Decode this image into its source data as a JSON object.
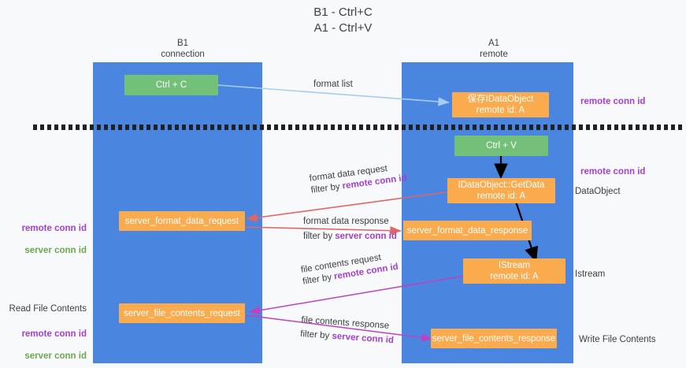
{
  "title": "B1 - Ctrl+C\nA1 - Ctrl+V",
  "columns": [
    {
      "name": "b1",
      "label": "B1\nconnection"
    },
    {
      "name": "a1",
      "label": "A1\nremote"
    }
  ],
  "nodes": {
    "ctrl_c": "Ctrl + C",
    "ctrl_v": "Ctrl + V",
    "save_idataobject": "保存IDataObject\nremote id: A",
    "idataobject_getdata": "IDataObject::GetData\nremote id: A",
    "server_format_data_request": "server_format_data_request",
    "server_format_data_response": "server_format_data_response",
    "istream": "IStream\nremote id: A",
    "server_file_contents_request": "server_file_contents_request",
    "server_file_contents_response": "server_file_contents_response"
  },
  "edges": {
    "format_list": {
      "l1": "format list",
      "l2": ""
    },
    "format_data_request": {
      "l1": "format data request",
      "l2_pre": "filter by ",
      "l2_kw": "remote conn id"
    },
    "format_data_response": {
      "l1": "format data response",
      "l2_pre": "filter by ",
      "l2_kw": "server conn id"
    },
    "file_contents_request": {
      "l1": "file contents request",
      "l2_pre": "filter by ",
      "l2_kw": "remote conn id"
    },
    "file_contents_response": {
      "l1": "file contents response",
      "l2_pre": "filter by ",
      "l2_kw": "server conn id"
    }
  },
  "side_labels": {
    "right_remote_conn_id_top": "remote conn id",
    "right_remote_conn_id_mid": "remote conn id",
    "right_dataobject": "DataObject",
    "right_istream": "Istream",
    "right_write_file_contents": "Write File Contents",
    "left_read_file_contents": "Read File Contents",
    "left_remote_conn_id": "remote conn id",
    "left_server_conn_id": "server conn id",
    "left2_remote_conn_id": "remote conn id",
    "left2_server_conn_id": "server conn id"
  },
  "colors": {
    "lane": "#4a86e0",
    "orange": "#f9ab4e",
    "green": "#73c078",
    "purple": "#a23fd0",
    "green_text": "#6aa84f",
    "arrow_blue": "#a7cdf0",
    "arrow_red": "#e06666",
    "arrow_magenta": "#c040c0",
    "arrow_black": "#000000",
    "background": "#f8f9fa"
  }
}
